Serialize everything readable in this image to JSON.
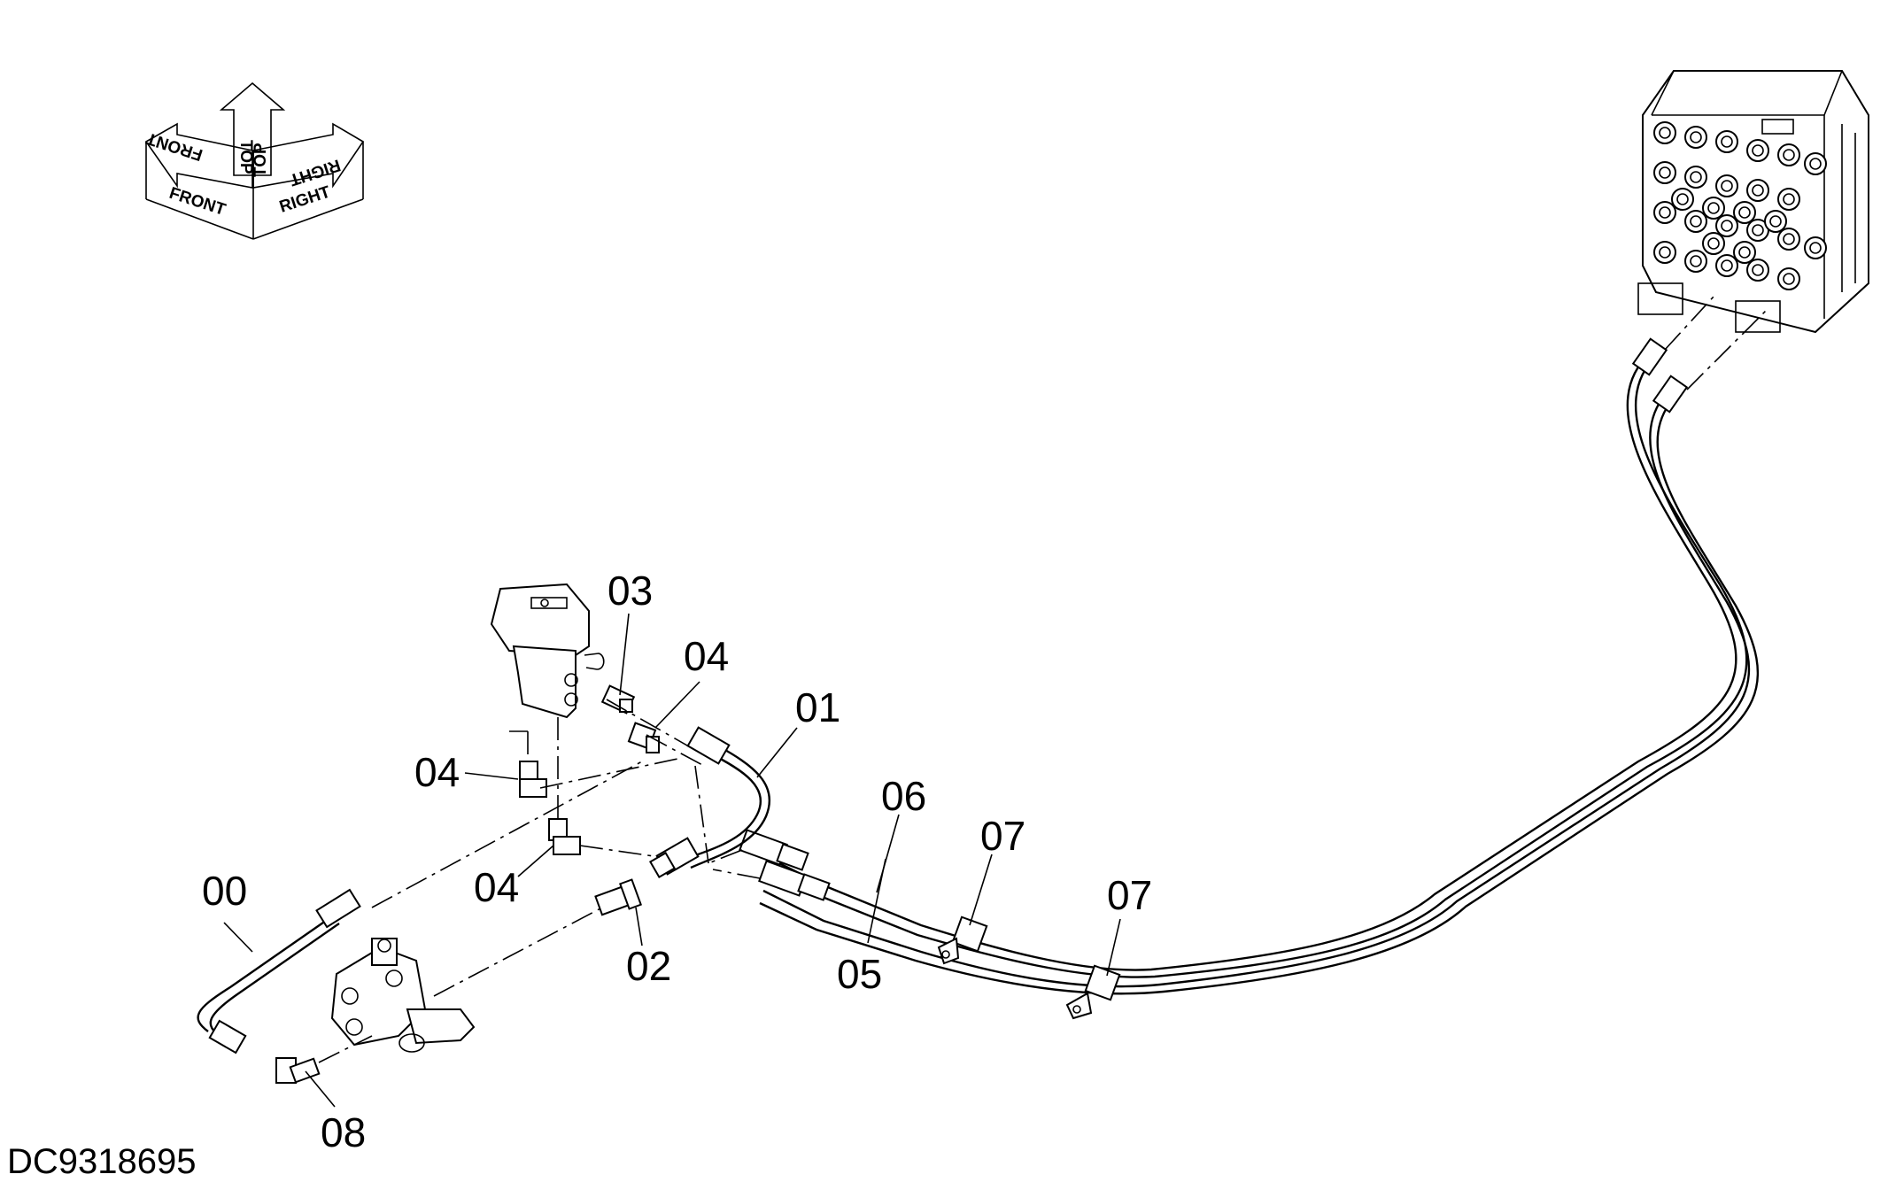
{
  "orientation_icon": {
    "front": "FRONT",
    "top": "TOP",
    "right": "RIGHT"
  },
  "callouts": [
    {
      "id": "00",
      "text": "00"
    },
    {
      "id": "01",
      "text": "01"
    },
    {
      "id": "02",
      "text": "02"
    },
    {
      "id": "03",
      "text": "03"
    },
    {
      "id": "04a",
      "text": "04"
    },
    {
      "id": "04b",
      "text": "04"
    },
    {
      "id": "04c",
      "text": "04"
    },
    {
      "id": "05",
      "text": "05"
    },
    {
      "id": "06",
      "text": "06"
    },
    {
      "id": "07a",
      "text": "07"
    },
    {
      "id": "07b",
      "text": "07"
    },
    {
      "id": "08",
      "text": "08"
    }
  ],
  "drawing_code": "DC9318695"
}
